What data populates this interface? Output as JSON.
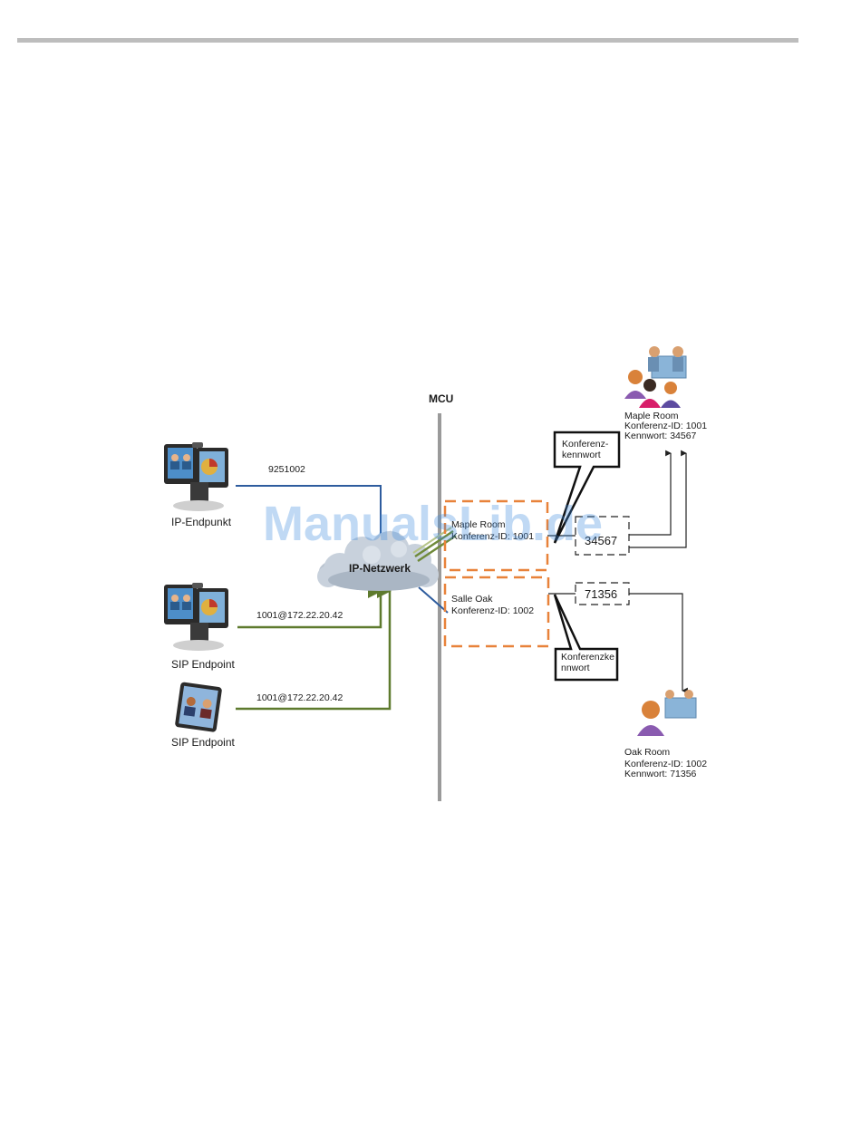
{
  "header": {
    "rule_color": "#bdbdbd"
  },
  "diagram": {
    "mcu_label": "MCU",
    "network_label": "IP-Netzwerk",
    "endpoints": [
      {
        "label": "IP-Endpunkt",
        "dial": "9251002",
        "line_color": "#2e5c9e",
        "icon": "telepresence-endpoint-icon"
      },
      {
        "label": "SIP Endpoint",
        "dial": "1001@172.22.20.42",
        "line_color": "#5e7a2e",
        "icon": "telepresence-endpoint-icon"
      },
      {
        "label": "SIP Endpoint",
        "dial": "1001@172.22.20.42",
        "line_color": "#5e7a2e",
        "icon": "tablet-endpoint-icon"
      }
    ],
    "conferences": [
      {
        "name": "Maple Room",
        "id_line": "Konferenz-ID: 1001",
        "password": "34567"
      },
      {
        "name": "Salle Oak",
        "id_line": "Konferenz-ID: 1002",
        "password": "71356"
      }
    ],
    "callouts": {
      "top_line1": "Konferenz-",
      "top_line2": "kennwort",
      "bottom_line1": "Konferenzke",
      "bottom_line2": "nnwort"
    },
    "rooms": [
      {
        "title": "Maple Room",
        "id_line": "Konferenz-ID: 1001",
        "pw_line": "Kennwort: 34567",
        "icon": "meeting-room-icon"
      },
      {
        "title": "Oak Room",
        "id_line": "Konferenz-ID: 1002",
        "pw_line": "Kennwort: 71356",
        "icon": "meeting-room-icon"
      }
    ],
    "colors": {
      "conference_box": "#e8823a",
      "blue_link": "#2e5c9e",
      "green_link": "#5e7a2e"
    }
  },
  "watermark": "ManualsLib.de"
}
